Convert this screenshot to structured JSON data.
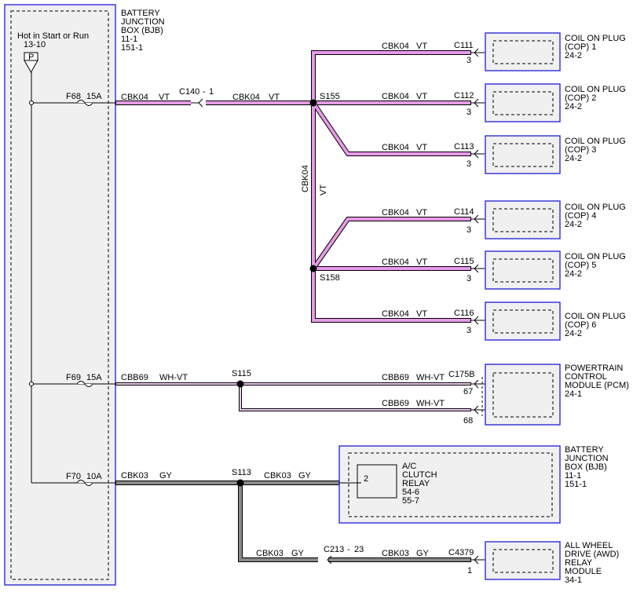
{
  "bjb": {
    "title_lines": [
      "BATTERY",
      "JUNCTION",
      "BOX (BJB)",
      "11-1",
      "151-1"
    ],
    "hot_label": "Hot in Start or Run",
    "hot_ref": "13-10",
    "tri_label": "P"
  },
  "fuses": {
    "f68": {
      "name": "F68",
      "amp": "15A"
    },
    "f69": {
      "name": "F69",
      "amp": "15A"
    },
    "f70": {
      "name": "F70",
      "amp": "10A"
    }
  },
  "wires": {
    "cbk04": "CBK04",
    "vt": "VT",
    "cbb69": "CBB69",
    "whvt": "WH-VT",
    "cbk03": "CBK03",
    "gy": "GY"
  },
  "connectors": {
    "c140": "C140",
    "c140_dash": "-",
    "c140_pin": "1",
    "c213": "C213",
    "c213_dash": "-",
    "c213_pin": "23",
    "c111": "C111",
    "c112": "C112",
    "c113": "C113",
    "c114": "C114",
    "c115": "C115",
    "c116": "C116",
    "c175b": "C175B",
    "c4379": "C4379"
  },
  "pins": {
    "cop": "3",
    "pcm_a": "67",
    "pcm_b": "68",
    "awd": "1",
    "relay": "2"
  },
  "splices": {
    "s155": "S155",
    "s158": "S158",
    "s115": "S115",
    "s113": "S113"
  },
  "components": {
    "cop1": [
      "COIL ON PLUG",
      "(COP) 1",
      "24-2"
    ],
    "cop2": [
      "COIL ON PLUG",
      "(COP) 2",
      "24-2"
    ],
    "cop3": [
      "COIL ON PLUG",
      "(COP) 3",
      "24-2"
    ],
    "cop4": [
      "COIL ON PLUG",
      "(COP) 4",
      "24-2"
    ],
    "cop5": [
      "COIL ON PLUG",
      "(COP) 5",
      "24-2"
    ],
    "cop6": [
      "COIL ON PLUG",
      "(COP) 6",
      "24-2"
    ],
    "pcm": [
      "POWERTRAIN",
      "CONTROL",
      "MODULE (PCM)",
      "24-1"
    ],
    "bjb2": [
      "BATTERY",
      "JUNCTION",
      "BOX (BJB)",
      "11-1",
      "151-1"
    ],
    "relay": [
      "A/C",
      "CLUTCH",
      "RELAY",
      "54-6",
      "55-7"
    ],
    "awd": [
      "ALL WHEEL",
      "DRIVE (AWD)",
      "RELAY",
      "MODULE",
      "34-1"
    ]
  },
  "colors": {
    "vt_fill": "#e79ae7",
    "wh_vt_fill": "#f0c8f0",
    "gy_fill": "#8a8a8a",
    "box_border": "#3a3ad8",
    "box_fill": "#f0f0f0"
  }
}
